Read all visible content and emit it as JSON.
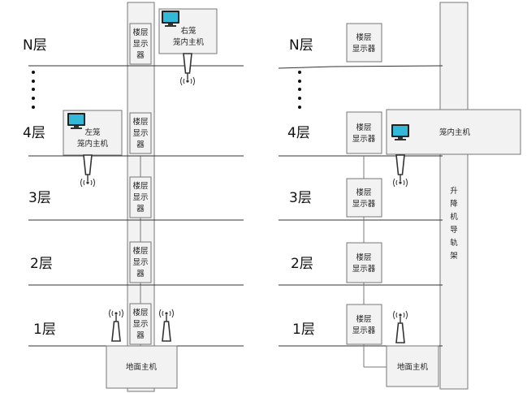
{
  "left_diagram": {
    "floors": [
      "N层",
      "4层",
      "3层",
      "2层",
      "1层"
    ],
    "floor_display_lines": [
      [
        "楼层",
        "显示",
        "器"
      ],
      [
        "楼层",
        "显示",
        "器"
      ],
      [
        "楼层",
        "显示",
        "器"
      ],
      [
        "楼层",
        "显示",
        "器"
      ],
      [
        "楼层",
        "显示",
        "器"
      ]
    ],
    "right_cage_host_lines": [
      "右笼",
      "笼内主机"
    ],
    "left_cage_host_lines": [
      "左笼",
      "笼内主机"
    ],
    "ground_host_label": "地面主机"
  },
  "right_diagram": {
    "floors": [
      "N层",
      "4层",
      "3层",
      "2层",
      "1层"
    ],
    "floor_display_lines": [
      [
        "楼层",
        "显示器"
      ],
      [
        "楼层",
        "显示器"
      ],
      [
        "楼层",
        "显示器"
      ],
      [
        "楼层",
        "显示器"
      ],
      [
        "楼层",
        "显示器"
      ]
    ],
    "cage_host_label": "笼内主机",
    "rail_label_chars": [
      "升",
      "降",
      "机",
      "导",
      "轨",
      "架"
    ],
    "ground_host_label": "地面主机"
  },
  "colors": {
    "line": "#333333",
    "box_fill": "#f2f2f2",
    "box_stroke": "#777777",
    "screen": "#33b8d8"
  },
  "icons": [
    "monitor-icon",
    "antenna-icon",
    "ellipsis-dots-icon"
  ]
}
